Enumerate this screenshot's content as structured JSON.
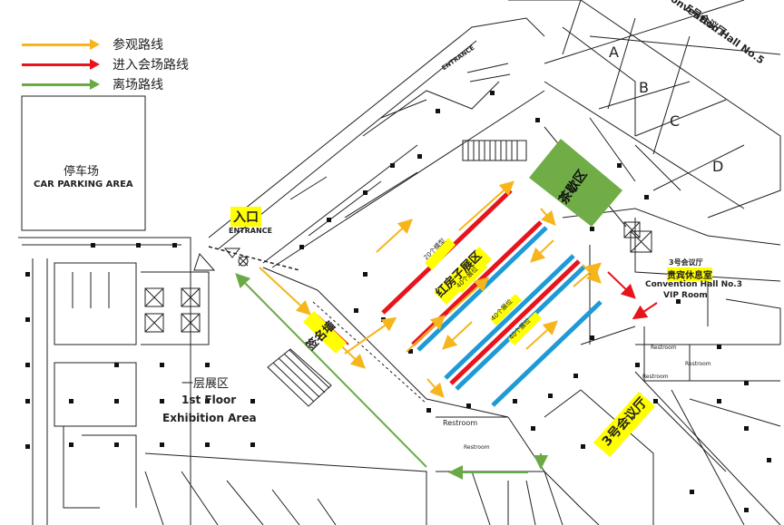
{
  "legend": [
    {
      "label": "参观路线",
      "color": "#f5b51b"
    },
    {
      "label": "进入会场路线",
      "color": "#e8141b"
    },
    {
      "label": "离场路线",
      "color": "#6aaa45"
    }
  ],
  "labels": {
    "parking_cn": "停车场",
    "parking_en": "CAR PARKING AREA",
    "entrance_cn": "入口",
    "entrance_en": "ENTRANCE",
    "entrance_top": "ENTRANCE",
    "sign_wall": "签名墙",
    "tea_area": "茶歇区",
    "red_house": "红房子展区",
    "model20": "20个模型",
    "booth40a": "40个展位",
    "booth40b": "40个展位",
    "booth40c": "40个展位",
    "floor1_cn": "一层展区",
    "floor1_en_1": "1st Floor",
    "floor1_en_2": "Exhibition Area",
    "hall3_cn": "3号会议厅",
    "hall5": "5号会议厅",
    "hall5_en": "Convention Hall No.5",
    "vip_cn_top": "3号会议厅",
    "vip_cn": "贵宾休息室",
    "vip_en_1": "Convention Hall No.3",
    "vip_en_2": "VIP Room",
    "restroom": "Restroom",
    "restroom2": "Restroom",
    "restroom3": "Restroom",
    "restroom4": "Restroom",
    "restroom5": "Restroom",
    "room_a": "A",
    "room_b": "B",
    "room_c": "C",
    "room_d": "D"
  }
}
